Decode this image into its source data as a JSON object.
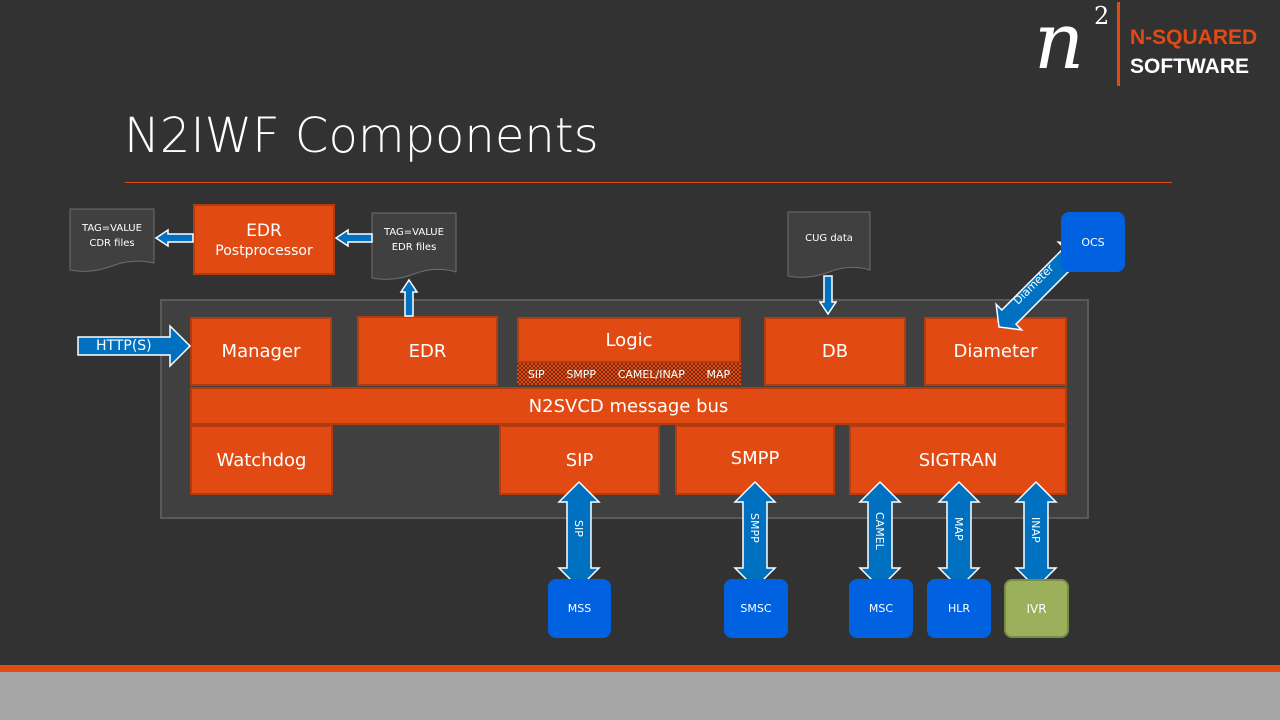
{
  "logo": {
    "mark": "n",
    "superscript": "2",
    "line1": "N-SQUARED",
    "line2": "SOFTWARE"
  },
  "title": "N2IWF Components",
  "colors": {
    "background": "#323232",
    "accent": "#e24a14",
    "component": "#e24a14",
    "arrow": "#0070c0",
    "external_node": "#0062e0",
    "ivr_node": "#9bb05a",
    "footer": "#a6a6a6"
  },
  "documents": {
    "cdr_files": [
      "TAG=VALUE",
      "CDR files"
    ],
    "edr_files": [
      "TAG=VALUE",
      "EDR files"
    ],
    "cug_data": [
      "CUG data"
    ]
  },
  "edr_postprocessor": {
    "line1": "EDR",
    "line2": "Postprocessor"
  },
  "components": {
    "manager": "Manager",
    "edr": "EDR",
    "logic": "Logic",
    "logic_sub": [
      "SIP",
      "SMPP",
      "CAMEL/INAP",
      "MAP"
    ],
    "db": "DB",
    "diameter": "Diameter",
    "bus": "N2SVCD message bus",
    "watchdog": "Watchdog",
    "sip": "SIP",
    "smpp": "SMPP",
    "sigtran": "SIGTRAN"
  },
  "arrows": {
    "http": "HTTP(S)",
    "diameter": "Diameter",
    "sip": "SIP",
    "smpp": "SMPP",
    "camel": "CAMEL",
    "map": "MAP",
    "inap": "INAP"
  },
  "external_nodes": {
    "ocs": "OCS",
    "mss": "MSS",
    "smsc": "SMSC",
    "msc": "MSC",
    "hlr": "HLR",
    "ivr": "IVR"
  }
}
